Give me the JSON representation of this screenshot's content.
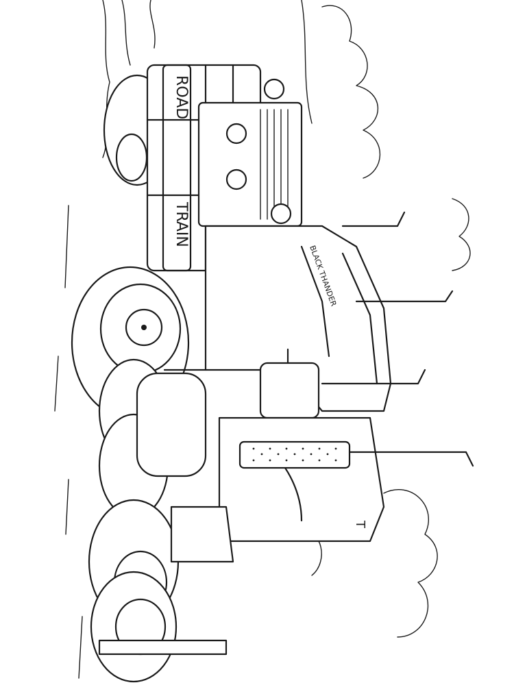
{
  "artwork": {
    "truck_labels": {
      "bull_bar_word_1": "ROAD",
      "bull_bar_word_2": "TRAIN",
      "cab_side": "BLACK THANDER",
      "rear_badge": "T"
    },
    "colors": {
      "ink": "#1a1a1a",
      "paper": "#ffffff"
    }
  }
}
